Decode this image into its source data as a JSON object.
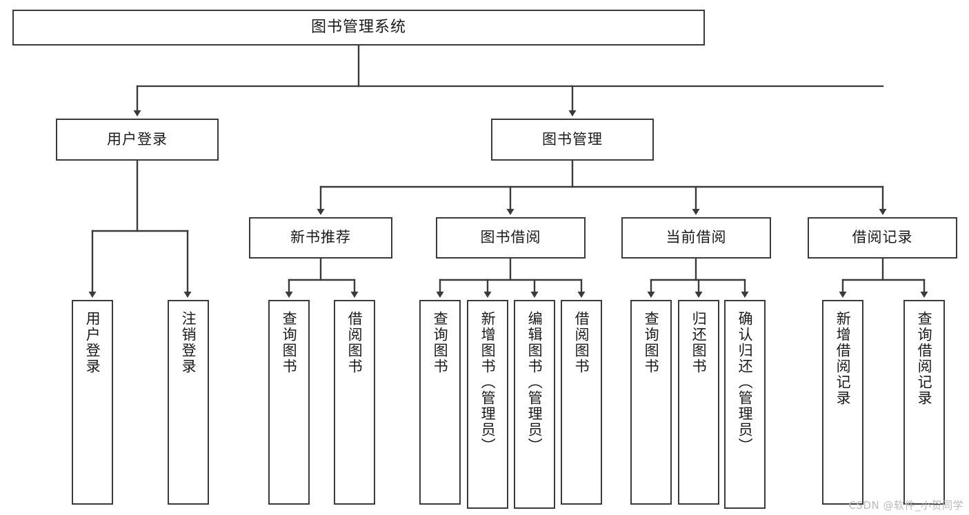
{
  "diagram": {
    "title": "图书管理系统",
    "type": "tree-hierarchy-flowchart",
    "background_color": "#ffffff",
    "box_border_color": "#3a3a3a",
    "edge_color": "#3a3a3a",
    "text_color": "#1a1a1a"
  },
  "nodes": {
    "root": {
      "label": "图书管理系统"
    },
    "level2": [
      {
        "label": "用户登录"
      },
      {
        "label": "图书管理"
      }
    ],
    "level3": [
      {
        "label": "新书推荐"
      },
      {
        "label": "图书借阅"
      },
      {
        "label": "当前借阅"
      },
      {
        "label": "借阅记录"
      }
    ],
    "leaves": {
      "user_login": [
        {
          "label": "用户登录"
        },
        {
          "label": "注销登录"
        }
      ],
      "new_book_recommend": [
        {
          "label": "查询图书"
        },
        {
          "label": "借阅图书"
        }
      ],
      "book_borrow": [
        {
          "label": "查询图书"
        },
        {
          "label": "新增图书（管理员）"
        },
        {
          "label": "编辑图书（管理员）"
        },
        {
          "label": "借阅图书"
        }
      ],
      "current_borrow": [
        {
          "label": "查询图书"
        },
        {
          "label": "归还图书"
        },
        {
          "label": "确认归还（管理员）"
        }
      ],
      "borrow_record": [
        {
          "label": "新增借阅记录"
        },
        {
          "label": "查询借阅记录"
        }
      ]
    }
  },
  "watermark": {
    "text": "CSDN @软件_小贺同学"
  }
}
